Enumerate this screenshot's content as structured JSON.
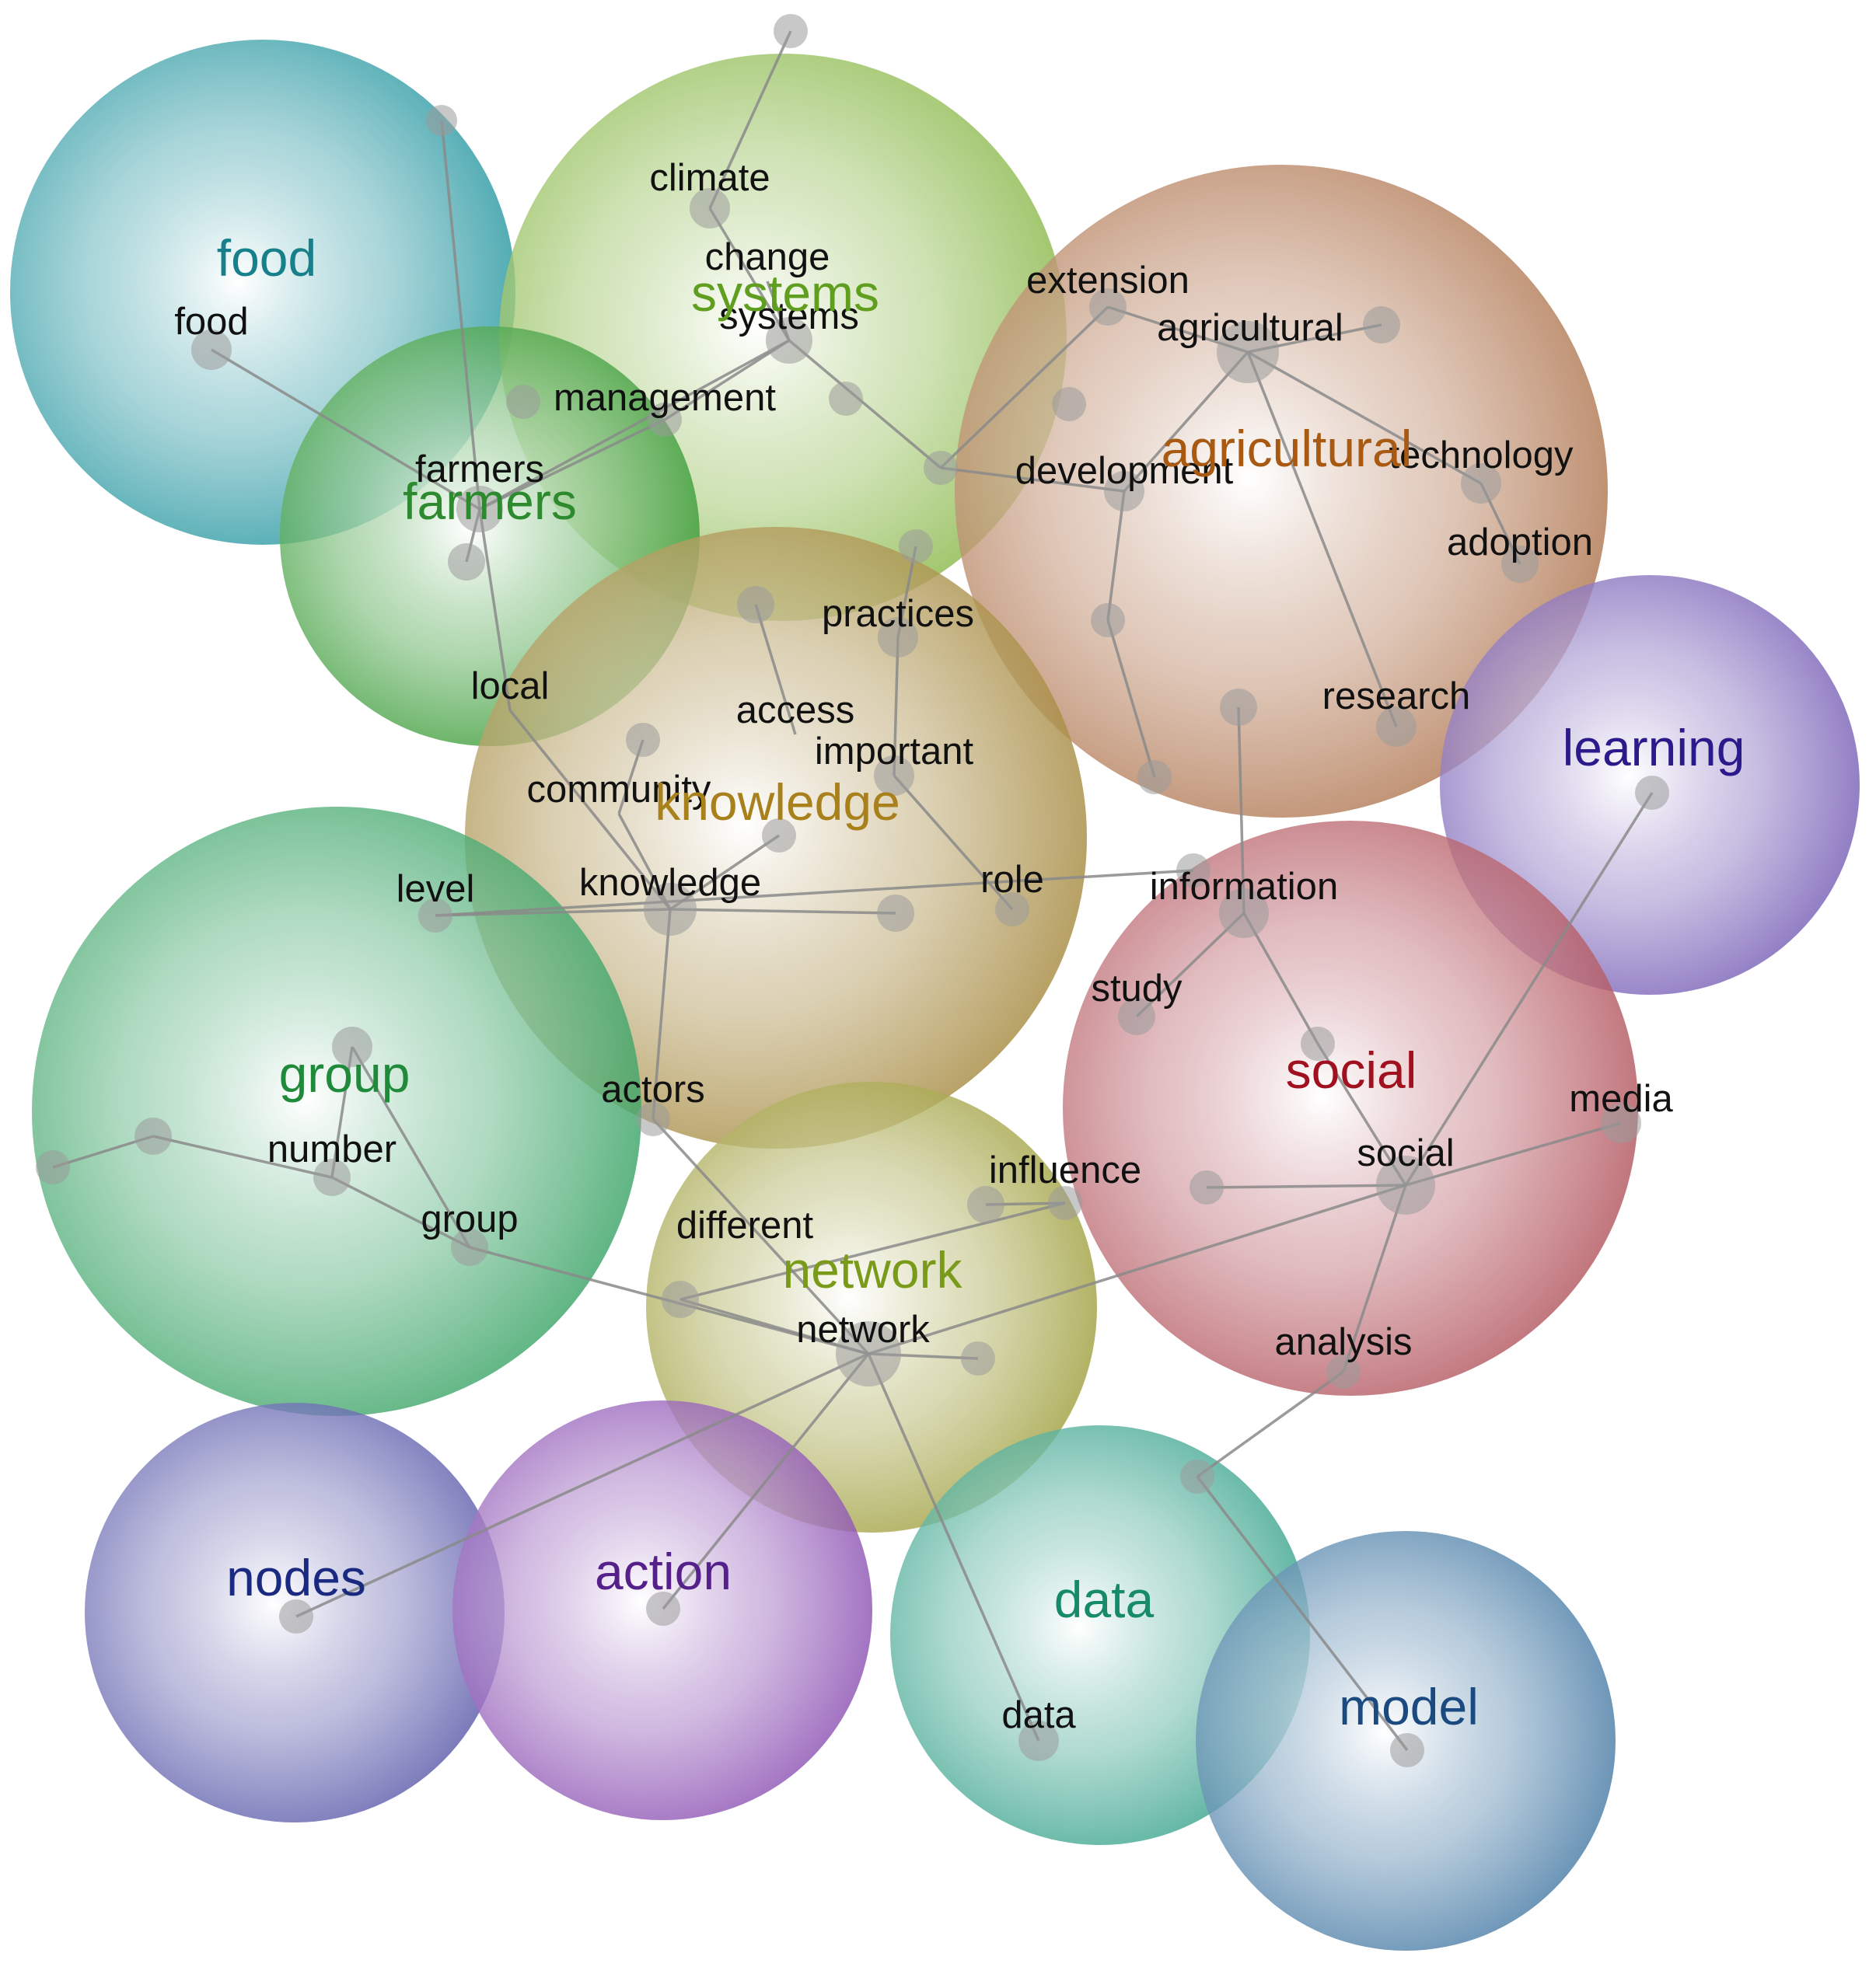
{
  "clusters": [
    {
      "id": "food",
      "label": "food",
      "color": "#2c9aa3",
      "text_color": "#17808a"
    },
    {
      "id": "systems",
      "label": "systems",
      "color": "#8dba4e",
      "text_color": "#5f9e1e"
    },
    {
      "id": "agricultural",
      "label": "agricultural",
      "color": "#b27a55",
      "text_color": "#a85a12"
    },
    {
      "id": "farmers",
      "label": "farmers",
      "color": "#3f9e3c",
      "text_color": "#2e8a2e"
    },
    {
      "id": "knowledge",
      "label": "knowledge",
      "color": "#a88d45",
      "text_color": "#a8801c"
    },
    {
      "id": "learning",
      "label": "learning",
      "color": "#7b63b8",
      "text_color": "#2a1a8a"
    },
    {
      "id": "group",
      "label": "group",
      "color": "#3fa66a",
      "text_color": "#1f8a3a"
    },
    {
      "id": "social",
      "label": "social",
      "color": "#b45a62",
      "text_color": "#a0101e"
    },
    {
      "id": "network",
      "label": "network",
      "color": "#a3a345",
      "text_color": "#7a9a1a"
    },
    {
      "id": "nodes",
      "label": "nodes",
      "color": "#5f5fad",
      "text_color": "#1a2a80"
    },
    {
      "id": "action",
      "label": "action",
      "color": "#8f56b5",
      "text_color": "#55208a"
    },
    {
      "id": "data",
      "label": "data",
      "color": "#3fa690",
      "text_color": "#178a6a"
    },
    {
      "id": "model",
      "label": "model",
      "color": "#4d7fa8",
      "text_color": "#1a4a80"
    }
  ],
  "terms": [
    {
      "id": "climate",
      "label": "climate"
    },
    {
      "id": "change",
      "label": "change"
    },
    {
      "id": "systems",
      "label": "systems"
    },
    {
      "id": "extension",
      "label": "extension"
    },
    {
      "id": "agricultural",
      "label": "agricultural"
    },
    {
      "id": "food",
      "label": "food"
    },
    {
      "id": "management",
      "label": "management"
    },
    {
      "id": "development",
      "label": "development"
    },
    {
      "id": "technology",
      "label": "technology"
    },
    {
      "id": "farmers",
      "label": "farmers"
    },
    {
      "id": "adoption",
      "label": "adoption"
    },
    {
      "id": "practices",
      "label": "practices"
    },
    {
      "id": "local",
      "label": "local"
    },
    {
      "id": "access",
      "label": "access"
    },
    {
      "id": "research",
      "label": "research"
    },
    {
      "id": "important",
      "label": "important"
    },
    {
      "id": "community",
      "label": "community"
    },
    {
      "id": "level",
      "label": "level"
    },
    {
      "id": "knowledge",
      "label": "knowledge"
    },
    {
      "id": "role",
      "label": "role"
    },
    {
      "id": "information",
      "label": "information"
    },
    {
      "id": "study",
      "label": "study"
    },
    {
      "id": "actors",
      "label": "actors"
    },
    {
      "id": "media",
      "label": "media"
    },
    {
      "id": "number",
      "label": "number"
    },
    {
      "id": "influence",
      "label": "influence"
    },
    {
      "id": "social",
      "label": "social"
    },
    {
      "id": "group",
      "label": "group"
    },
    {
      "id": "different",
      "label": "different"
    },
    {
      "id": "network",
      "label": "network"
    },
    {
      "id": "analysis",
      "label": "analysis"
    },
    {
      "id": "data",
      "label": "data"
    }
  ],
  "edges": [
    [
      "climate",
      "top"
    ],
    [
      "climate",
      "systems"
    ],
    [
      "systems",
      "change"
    ],
    [
      "systems",
      "management"
    ],
    [
      "systems",
      "farmers"
    ],
    [
      "systems",
      "hub1"
    ],
    [
      "hub1",
      "extension"
    ],
    [
      "hub1",
      "development"
    ],
    [
      "extension",
      "agricultural"
    ],
    [
      "agricultural",
      "right1"
    ],
    [
      "agricultural",
      "development"
    ],
    [
      "agricultural",
      "technology"
    ],
    [
      "agricultural",
      "research"
    ],
    [
      "technology",
      "adoption"
    ],
    [
      "development",
      "mid1"
    ],
    [
      "mid1",
      "low1"
    ],
    [
      "food",
      "farmers"
    ],
    [
      "farmers",
      "topfarm"
    ],
    [
      "farmers",
      "management"
    ],
    [
      "farmers",
      "farm2"
    ],
    [
      "farmers",
      "local"
    ],
    [
      "local",
      "knowledge"
    ],
    [
      "practices",
      "hub1b"
    ],
    [
      "practices",
      "important"
    ],
    [
      "access",
      "dot1"
    ],
    [
      "community",
      "dot2"
    ],
    [
      "knowledge",
      "level"
    ],
    [
      "knowledge",
      "dot3"
    ],
    [
      "knowledge",
      "actors"
    ],
    [
      "knowledge",
      "community"
    ],
    [
      "knowledge",
      "dot4"
    ],
    [
      "important",
      "role"
    ],
    [
      "information",
      "research2"
    ],
    [
      "information",
      "study"
    ],
    [
      "information",
      "dot5"
    ],
    [
      "dot5",
      "social"
    ],
    [
      "social",
      "learningdot"
    ],
    [
      "social",
      "media"
    ],
    [
      "social",
      "dot6"
    ],
    [
      "social",
      "analysis"
    ],
    [
      "social",
      "network"
    ],
    [
      "analysis",
      "dot7"
    ],
    [
      "dot7",
      "modeldot"
    ],
    [
      "network",
      "actors"
    ],
    [
      "network",
      "group"
    ],
    [
      "network",
      "different"
    ],
    [
      "network",
      "dot8"
    ],
    [
      "network",
      "nodesdot"
    ],
    [
      "network",
      "actiondot"
    ],
    [
      "network",
      "data"
    ],
    [
      "influence",
      "dot9"
    ],
    [
      "influence",
      "different"
    ],
    [
      "group",
      "number"
    ],
    [
      "number",
      "dot10"
    ],
    [
      "dot10",
      "dot11"
    ],
    [
      "number",
      "dot12"
    ],
    [
      "dot12",
      "group"
    ],
    [
      "level",
      "dot13"
    ]
  ]
}
